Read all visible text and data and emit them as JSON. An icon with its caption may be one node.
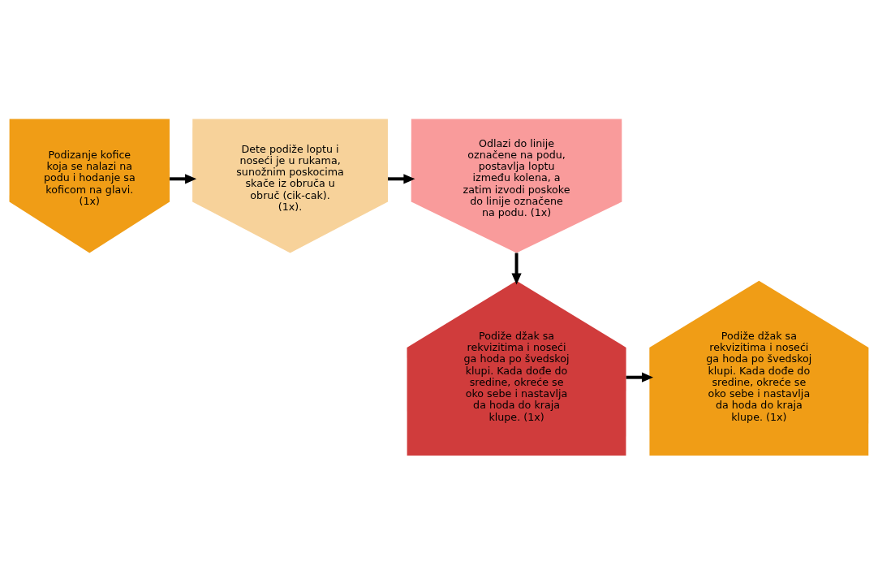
{
  "diagram": {
    "nodes": [
      {
        "text": [
          "Podizanje kofice koja se nalazi na podu i hodanje sa koficom na glavi. (1x)"
        ]
      },
      {
        "text": [
          "Dete podiže loptu i noseći je u rukama, sunožnim poskocima skače iz obruča u obruč (cik-cak). (1x)."
        ]
      },
      {
        "text": [
          "Odlazi do linije označene na podu, postavlja loptu između kolena, a zatim izvodi poskoke do linije označene na podu. (1x)"
        ]
      },
      {
        "text": [
          "Podiže džak sa rekvizitima i noseći ga hoda po švedskoj klupi. Kada dođe do sredine, okreće se oko sebe i nastavlja da hoda do kraja klupe. (1x)"
        ]
      },
      {
        "text": [
          "Podiže džak sa rekvizitima i noseći ga hoda po švedskoj klupi. Kada dođe do sredine, okreće se oko sebe i nastavlja da hoda do kraja klupe. (1x)"
        ]
      }
    ],
    "edges": [
      {
        "from": 0,
        "to": 1,
        "arrow": "to"
      },
      {
        "from": 1,
        "to": 2,
        "arrow": "to"
      },
      {
        "from": 2,
        "to": 3,
        "arrow": "to"
      },
      {
        "from": 3,
        "to": 4,
        "arrow": "to"
      }
    ]
  }
}
